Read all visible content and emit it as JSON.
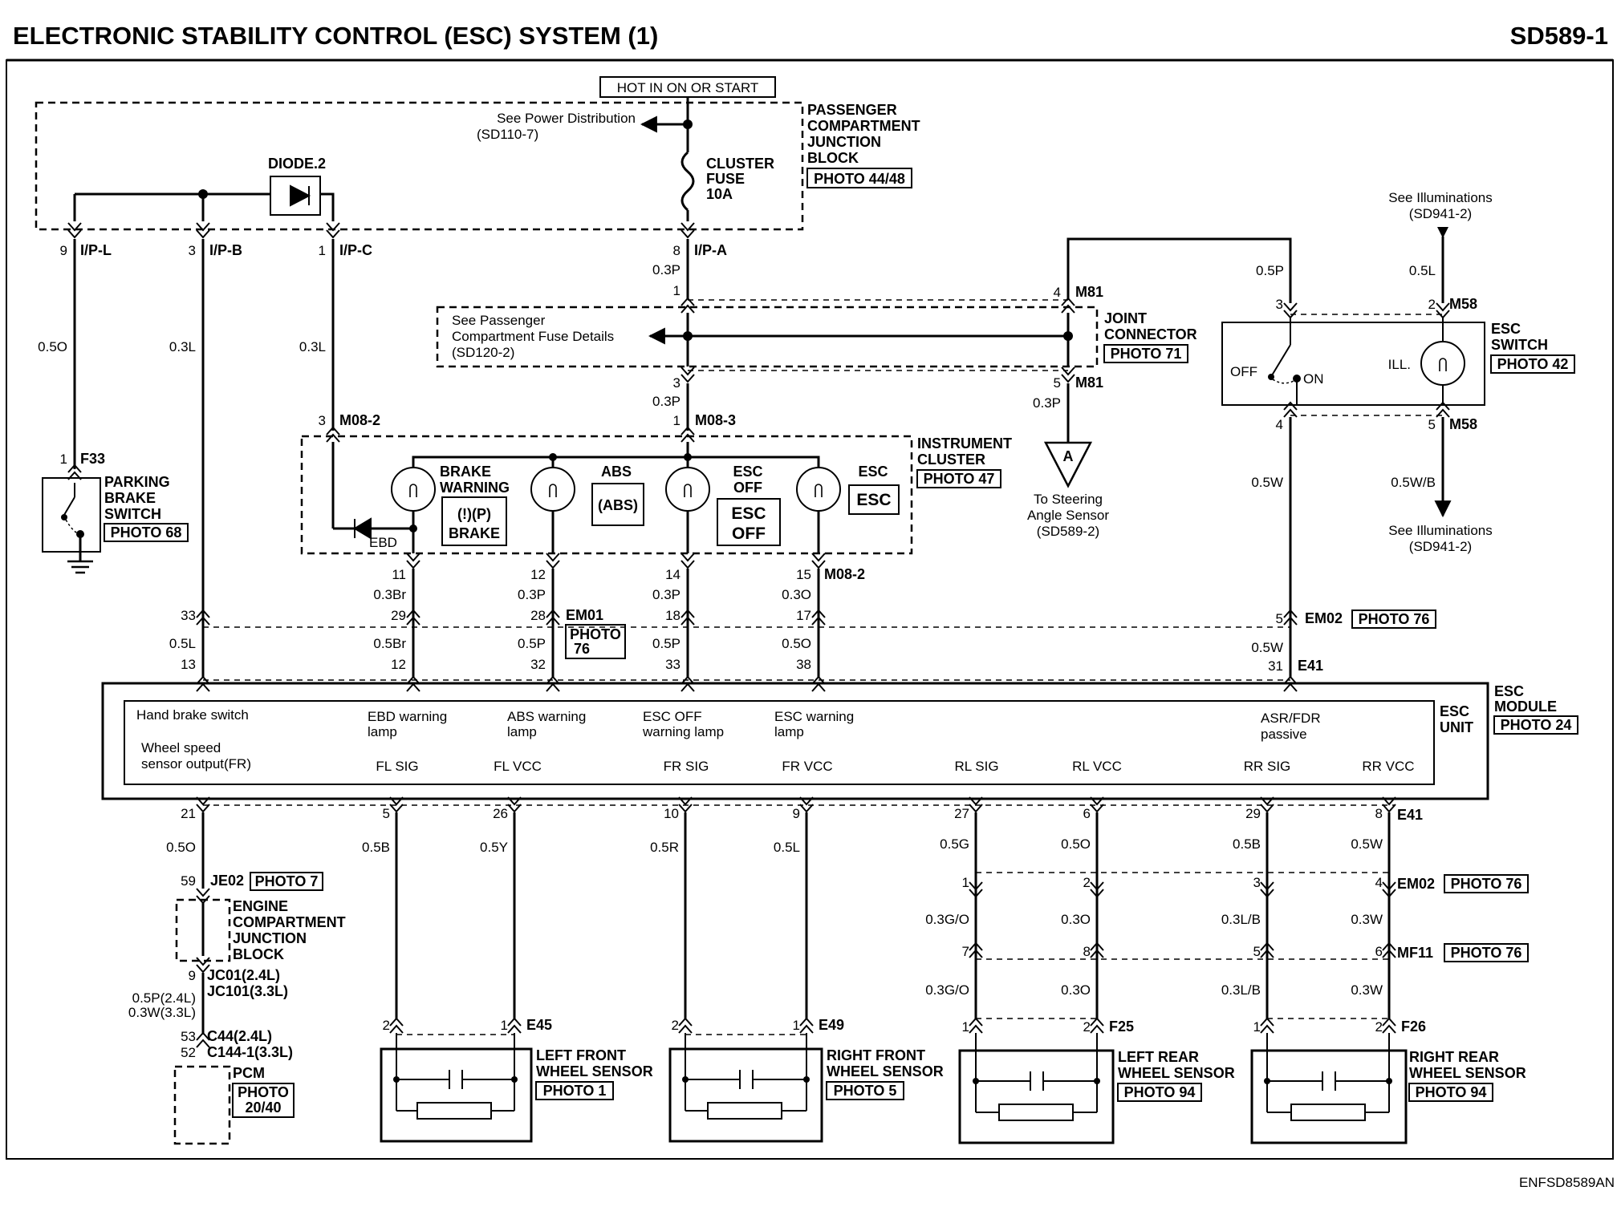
{
  "header": {
    "title": "ELECTRONIC STABILITY CONTROL (ESC) SYSTEM (1)",
    "code": "SD589-1"
  },
  "footer": {
    "ref": "ENFSD8589AN"
  },
  "power": {
    "hot": "HOT IN ON OR START",
    "see_power": "See Power Distribution",
    "see_power_ref": "(SD110-7)",
    "block": [
      "PASSENGER",
      "COMPARTMENT",
      "JUNCTION",
      "BLOCK"
    ],
    "block_photo": "PHOTO 44/48",
    "fuse": [
      "CLUSTER",
      "FUSE",
      "10A"
    ],
    "diode": "DIODE.2"
  },
  "terminals": {
    "ipl_pin": "9",
    "ipl": "I/P-L",
    "ipb_pin": "3",
    "ipb": "I/P-B",
    "ipc_pin": "1",
    "ipc": "I/P-C",
    "ipa_pin": "8",
    "ipa": "I/P-A"
  },
  "wires": {
    "w1": "0.5O",
    "w2": "0.3L",
    "w3": "0.3L",
    "w4": "0.3P",
    "w5": "0.3P",
    "w6": "0.3P",
    "w7": "0.5P",
    "w8": "0.5L",
    "w9": "0.5W",
    "w10": "0.5W/B",
    "w11": "0.5W",
    "w12": "0.5L",
    "w13": "0.5Br",
    "w14": "0.5P",
    "w15": "0.5P",
    "w16": "0.5O",
    "w17": "0.5W",
    "w18": "0.3Br",
    "w19": "0.3P",
    "w20": "0.3P",
    "w21": "0.3O"
  },
  "fuse_details": {
    "line1": "See Passenger",
    "line2": "Compartment Fuse Details",
    "line3": "(SD120-2)"
  },
  "joint": {
    "name": [
      "JOINT",
      "CONNECTOR"
    ],
    "photo": "PHOTO 71",
    "conn": "M81",
    "pin_top": "4",
    "pin_bot": "5"
  },
  "steering": {
    "letter": "A",
    "lines": [
      "To Steering",
      "Angle Sensor",
      "(SD589-2)"
    ]
  },
  "illum": {
    "top": [
      "See Illuminations",
      "(SD941-2)"
    ],
    "bottom": [
      "See Illuminations",
      "(SD941-2)"
    ]
  },
  "esc_switch": {
    "name": [
      "ESC",
      "SWITCH"
    ],
    "photo": "PHOTO 42",
    "off": "OFF",
    "on": "ON",
    "ill": "ILL.",
    "conn": "M58",
    "pin3": "3",
    "pin2": "2",
    "pin4": "4",
    "pin5": "5"
  },
  "parking": {
    "conn": "F33",
    "pin": "1",
    "name": [
      "PARKING",
      "BRAKE",
      "SWITCH"
    ],
    "photo": "PHOTO 68"
  },
  "cluster": {
    "name": [
      "INSTRUMENT",
      "CLUSTER"
    ],
    "photo": "PHOTO 47",
    "m08_3": "M08-3",
    "m08_3_pin": "1",
    "m08_2": "M08-2",
    "m08_2_pin": "3",
    "brake_warning": [
      "BRAKE",
      "WARNING"
    ],
    "brake_icon": "(!)(P)",
    "brake_text": "BRAKE",
    "abs_label": "ABS",
    "abs_icon": "(ABS)",
    "escoff_label": [
      "ESC",
      "OFF"
    ],
    "escoff_icon": [
      "ESC",
      "OFF"
    ],
    "esc_label": "ESC",
    "esc_icon": "ESC",
    "ebd": "EBD",
    "out_pins": [
      "11",
      "12",
      "14",
      "15"
    ],
    "out_conn": "M08-2"
  },
  "em01": {
    "conn": "EM01",
    "photo": [
      "PHOTO",
      "76"
    ],
    "pins": [
      "33",
      "29",
      "28",
      "18",
      "17"
    ]
  },
  "em02_top": {
    "pin": "5",
    "conn": "EM02",
    "photo": "PHOTO 76"
  },
  "e41_top": {
    "pins": [
      "13",
      "12",
      "32",
      "33",
      "38"
    ],
    "pin31": "31",
    "conn": "E41"
  },
  "module": {
    "name": [
      "ESC",
      "MODULE"
    ],
    "photo": "PHOTO 24",
    "unit": [
      "ESC",
      "UNIT"
    ],
    "hand_brake": "Hand brake switch",
    "wheel_speed": [
      "Wheel speed",
      "sensor output(FR)"
    ],
    "ebd": [
      "EBD warning",
      "lamp"
    ],
    "abs": [
      "ABS warning",
      "lamp"
    ],
    "escoff": [
      "ESC OFF",
      "warning lamp"
    ],
    "esc": [
      "ESC warning",
      "lamp"
    ],
    "asr": [
      "ASR/FDR",
      "passive"
    ],
    "signals": [
      "FL SIG",
      "FL VCC",
      "FR SIG",
      "FR VCC",
      "RL SIG",
      "RL VCC",
      "RR SIG",
      "RR VCC"
    ]
  },
  "bottom": {
    "pins": [
      "21",
      "5",
      "26",
      "10",
      "9",
      "27",
      "6",
      "29",
      "8"
    ],
    "conn": "E41",
    "wires": [
      "0.5O",
      "0.5B",
      "0.5Y",
      "0.5R",
      "0.5L",
      "0.5G",
      "0.5O",
      "0.5B",
      "0.5W"
    ],
    "em02_pins": [
      "1",
      "2",
      "3",
      "4"
    ],
    "em02": "EM02",
    "em02_photo": "PHOTO 76",
    "mid_wires": [
      "0.3G/O",
      "0.3O",
      "0.3L/B",
      "0.3W"
    ],
    "mf11_pins": [
      "7",
      "8",
      "5",
      "6"
    ],
    "mf11": "MF11",
    "mf11_photo": "PHOTO 76",
    "low_wires": [
      "0.3G/O",
      "0.3O",
      "0.3L/B",
      "0.3W"
    ]
  },
  "ejb": {
    "pin59": "59",
    "je02": "JE02",
    "je02_photo": "PHOTO 7",
    "name": [
      "ENGINE",
      "COMPARTMENT",
      "JUNCTION",
      "BLOCK"
    ],
    "pin9": "9",
    "jc01": "JC01(2.4L)",
    "jc101": "JC101(3.3L)",
    "wire_a": "0.5P(2.4L)",
    "wire_b": "0.3W(3.3L)",
    "pin53": "53",
    "pin52": "52",
    "c44": "C44(2.4L)",
    "c144": "C144-1(3.3L)",
    "pcm": "PCM",
    "pcm_photo": [
      "PHOTO",
      "20/40"
    ]
  },
  "sensors": [
    {
      "pins": [
        "2",
        "1"
      ],
      "conn": "E45",
      "name": [
        "LEFT FRONT",
        "WHEEL SENSOR"
      ],
      "photo": "PHOTO 1"
    },
    {
      "pins": [
        "2",
        "1"
      ],
      "conn": "E49",
      "name": [
        "RIGHT FRONT",
        "WHEEL SENSOR"
      ],
      "photo": "PHOTO 5"
    },
    {
      "pins": [
        "1",
        "2"
      ],
      "conn": "F25",
      "name": [
        "LEFT REAR",
        "WHEEL SENSOR"
      ],
      "photo": "PHOTO 94"
    },
    {
      "pins": [
        "1",
        "2"
      ],
      "conn": "F26",
      "name": [
        "RIGHT REAR",
        "WHEEL SENSOR"
      ],
      "photo": "PHOTO 94"
    }
  ]
}
